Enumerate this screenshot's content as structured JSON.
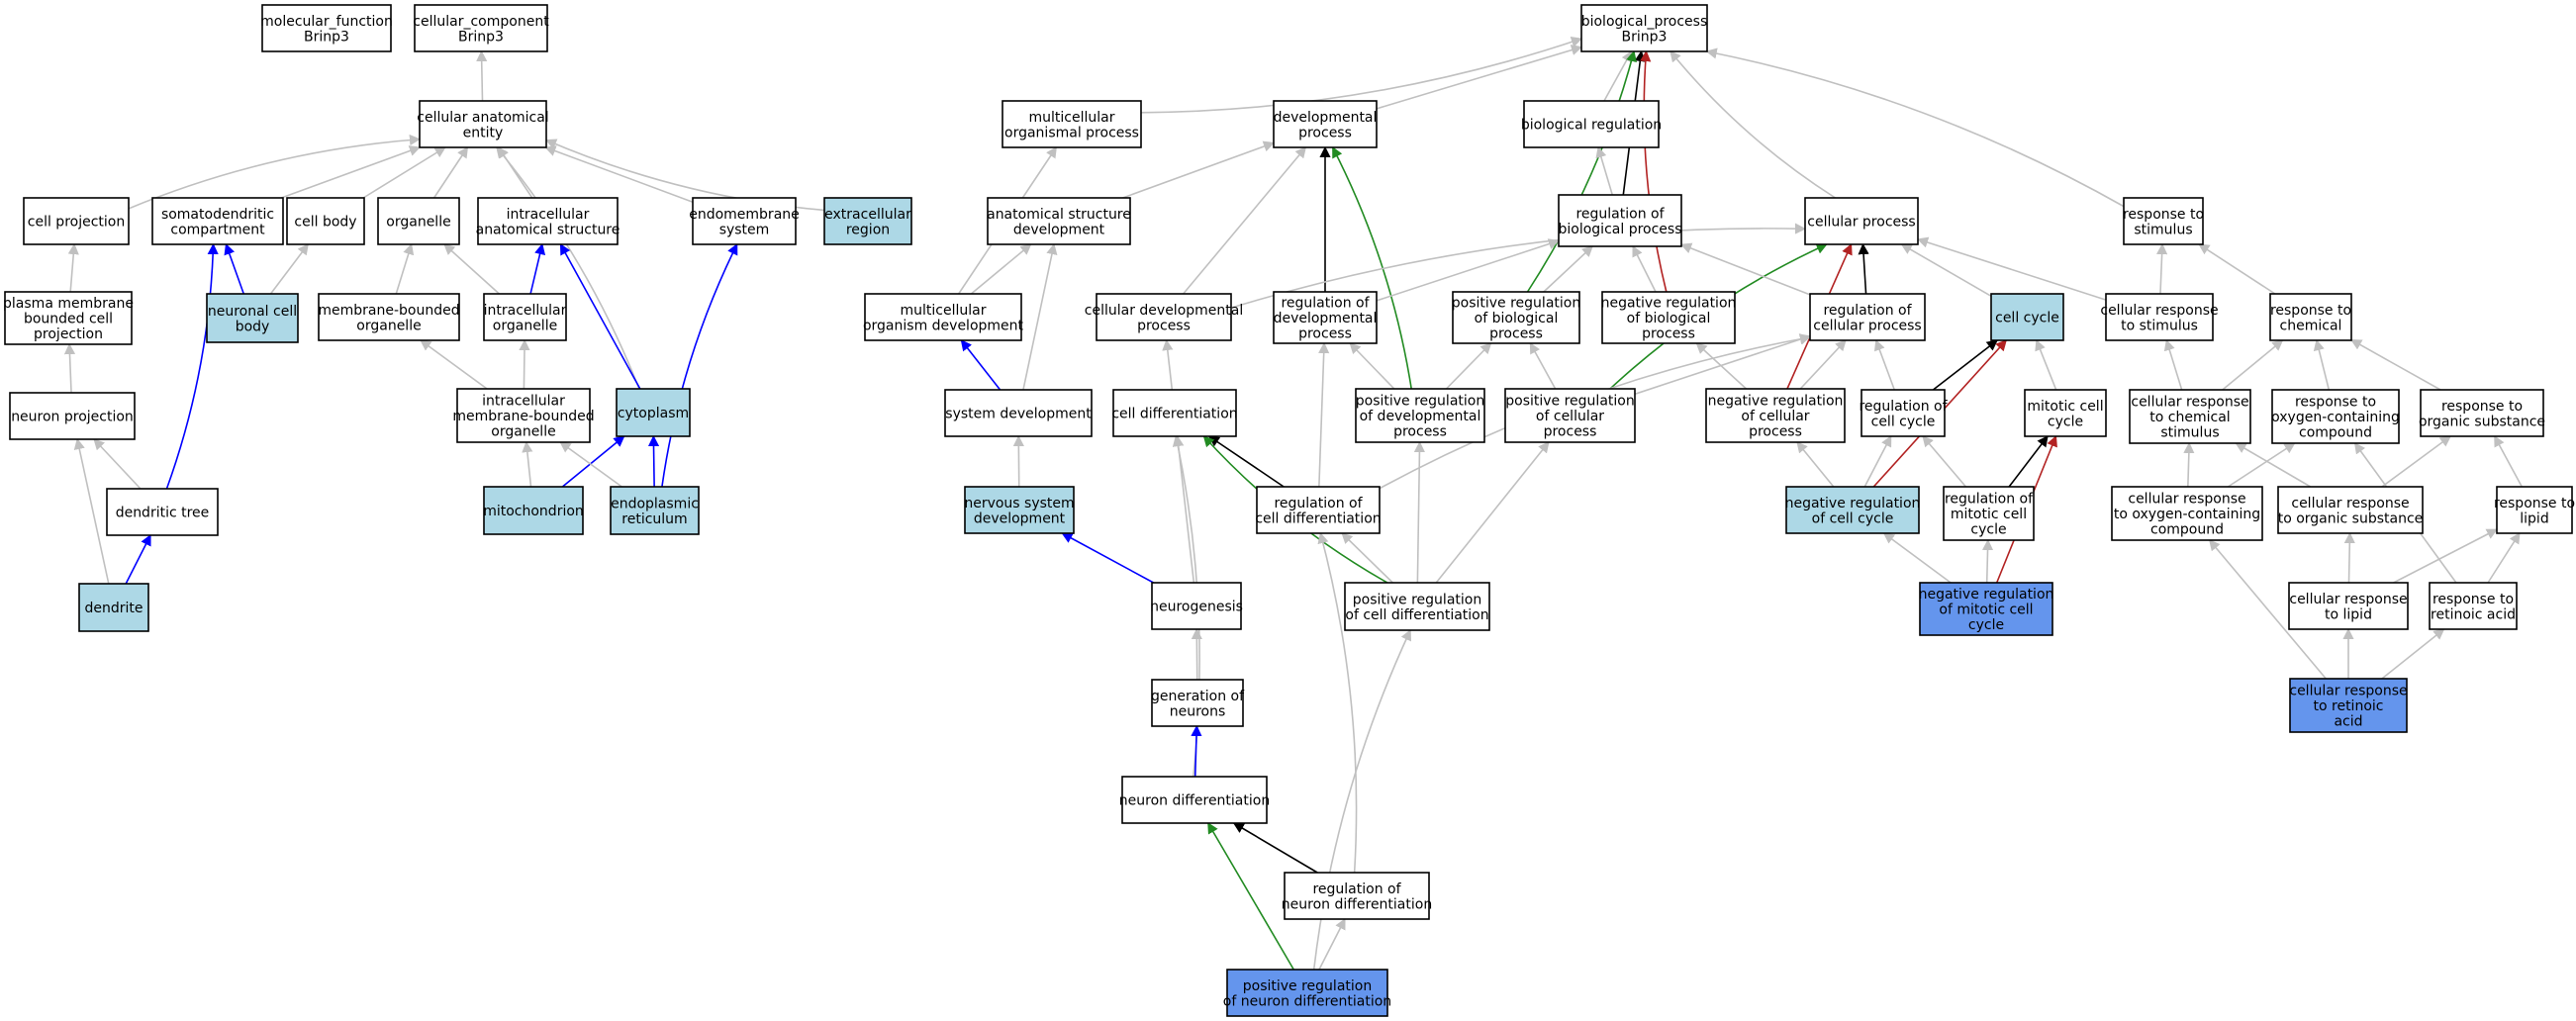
{
  "colors": {
    "default_fill": "#ffffff",
    "highlight_fill": "#add8e6",
    "target_fill": "#6495ed",
    "is_a_edge": "#c0c0c0",
    "part_of_edge": "#0000ff",
    "regulates_edge": "#000000",
    "positively_regulates_edge": "#228b22",
    "negatively_regulates_edge": "#b22222"
  },
  "nodes": [
    {
      "id": "mf",
      "lines": [
        "molecular_function",
        "Brinp3"
      ],
      "fill": "default"
    },
    {
      "id": "cc",
      "lines": [
        "cellular_component",
        "Brinp3"
      ],
      "fill": "default"
    },
    {
      "id": "cae",
      "lines": [
        "cellular anatomical",
        "entity"
      ],
      "fill": "default"
    },
    {
      "id": "cproj",
      "lines": [
        "cell projection"
      ],
      "fill": "default"
    },
    {
      "id": "somato",
      "lines": [
        "somatodendritic",
        "compartment"
      ],
      "fill": "default"
    },
    {
      "id": "cbody",
      "lines": [
        "cell body"
      ],
      "fill": "default"
    },
    {
      "id": "organelle",
      "lines": [
        "organelle"
      ],
      "fill": "default"
    },
    {
      "id": "ias",
      "lines": [
        "intracellular",
        "anatomical structure"
      ],
      "fill": "default"
    },
    {
      "id": "endomem",
      "lines": [
        "endomembrane",
        "system"
      ],
      "fill": "default"
    },
    {
      "id": "extracell",
      "lines": [
        "extracellular",
        "region"
      ],
      "fill": "highlight"
    },
    {
      "id": "pmbcp",
      "lines": [
        "plasma membrane",
        "bounded cell",
        "projection"
      ],
      "fill": "default"
    },
    {
      "id": "ncbody",
      "lines": [
        "neuronal cell",
        "body"
      ],
      "fill": "highlight"
    },
    {
      "id": "mbo",
      "lines": [
        "membrane-bounded",
        "organelle"
      ],
      "fill": "default"
    },
    {
      "id": "io",
      "lines": [
        "intracellular",
        "organelle"
      ],
      "fill": "default"
    },
    {
      "id": "nproj",
      "lines": [
        "neuron projection"
      ],
      "fill": "default"
    },
    {
      "id": "imbo",
      "lines": [
        "intracellular",
        "membrane-bounded",
        "organelle"
      ],
      "fill": "default"
    },
    {
      "id": "cyto",
      "lines": [
        "cytoplasm"
      ],
      "fill": "highlight"
    },
    {
      "id": "dtree",
      "lines": [
        "dendritic tree"
      ],
      "fill": "default"
    },
    {
      "id": "mito",
      "lines": [
        "mitochondrion"
      ],
      "fill": "highlight"
    },
    {
      "id": "er",
      "lines": [
        "endoplasmic",
        "reticulum"
      ],
      "fill": "highlight"
    },
    {
      "id": "dendrite",
      "lines": [
        "dendrite"
      ],
      "fill": "highlight"
    },
    {
      "id": "bp",
      "lines": [
        "biological_process",
        "Brinp3"
      ],
      "fill": "default"
    },
    {
      "id": "mop",
      "lines": [
        "multicellular",
        "organismal process"
      ],
      "fill": "default"
    },
    {
      "id": "devp",
      "lines": [
        "developmental",
        "process"
      ],
      "fill": "default"
    },
    {
      "id": "breg",
      "lines": [
        "biological regulation"
      ],
      "fill": "default"
    },
    {
      "id": "asd",
      "lines": [
        "anatomical structure",
        "development"
      ],
      "fill": "default"
    },
    {
      "id": "rbp",
      "lines": [
        "regulation of",
        "biological process"
      ],
      "fill": "default"
    },
    {
      "id": "cp",
      "lines": [
        "cellular process"
      ],
      "fill": "default"
    },
    {
      "id": "rstim",
      "lines": [
        "response to",
        "stimulus"
      ],
      "fill": "default"
    },
    {
      "id": "mod",
      "lines": [
        "multicellular",
        "organism development"
      ],
      "fill": "default"
    },
    {
      "id": "cdp",
      "lines": [
        "cellular developmental",
        "process"
      ],
      "fill": "default"
    },
    {
      "id": "rdp",
      "lines": [
        "regulation of",
        "developmental",
        "process"
      ],
      "fill": "default"
    },
    {
      "id": "prbp",
      "lines": [
        "positive regulation",
        "of biological",
        "process"
      ],
      "fill": "default"
    },
    {
      "id": "nrbp",
      "lines": [
        "negative regulation",
        "of biological",
        "process"
      ],
      "fill": "default"
    },
    {
      "id": "rcp",
      "lines": [
        "regulation of",
        "cellular process"
      ],
      "fill": "default"
    },
    {
      "id": "ccycle",
      "lines": [
        "cell cycle"
      ],
      "fill": "highlight"
    },
    {
      "id": "crstim",
      "lines": [
        "cellular response",
        "to stimulus"
      ],
      "fill": "default"
    },
    {
      "id": "rchem",
      "lines": [
        "response to",
        "chemical"
      ],
      "fill": "default"
    },
    {
      "id": "sysdev",
      "lines": [
        "system development"
      ],
      "fill": "default"
    },
    {
      "id": "celldiff",
      "lines": [
        "cell differentiation"
      ],
      "fill": "default"
    },
    {
      "id": "prdp",
      "lines": [
        "positive regulation",
        "of developmental",
        "process"
      ],
      "fill": "default"
    },
    {
      "id": "prcp",
      "lines": [
        "positive regulation",
        "of cellular",
        "process"
      ],
      "fill": "default"
    },
    {
      "id": "nrcp",
      "lines": [
        "negative regulation",
        "of cellular",
        "process"
      ],
      "fill": "default"
    },
    {
      "id": "rcc",
      "lines": [
        "regulation of",
        "cell cycle"
      ],
      "fill": "default"
    },
    {
      "id": "mcc",
      "lines": [
        "mitotic cell",
        "cycle"
      ],
      "fill": "default"
    },
    {
      "id": "crchem",
      "lines": [
        "cellular response",
        "to chemical",
        "stimulus"
      ],
      "fill": "default"
    },
    {
      "id": "roxy",
      "lines": [
        "response to",
        "oxygen-containing",
        "compound"
      ],
      "fill": "default"
    },
    {
      "id": "rorg",
      "lines": [
        "response to",
        "organic substance"
      ],
      "fill": "default"
    },
    {
      "id": "nsd",
      "lines": [
        "nervous system",
        "development"
      ],
      "fill": "highlight"
    },
    {
      "id": "rcd",
      "lines": [
        "regulation of",
        "cell differentiation"
      ],
      "fill": "default"
    },
    {
      "id": "nrcc",
      "lines": [
        "negative regulation",
        "of cell cycle"
      ],
      "fill": "highlight"
    },
    {
      "id": "rmcc",
      "lines": [
        "regulation of",
        "mitotic cell",
        "cycle"
      ],
      "fill": "default"
    },
    {
      "id": "croxy",
      "lines": [
        "cellular response",
        "to oxygen-containing",
        "compound"
      ],
      "fill": "default"
    },
    {
      "id": "crorg",
      "lines": [
        "cellular response",
        "to organic substance"
      ],
      "fill": "default"
    },
    {
      "id": "rlipid",
      "lines": [
        "response to",
        "lipid"
      ],
      "fill": "default"
    },
    {
      "id": "neurogen",
      "lines": [
        "neurogenesis"
      ],
      "fill": "default"
    },
    {
      "id": "prcd",
      "lines": [
        "positive regulation",
        "of cell differentiation"
      ],
      "fill": "default"
    },
    {
      "id": "nrmcc",
      "lines": [
        "negative regulation",
        "of mitotic cell",
        "cycle"
      ],
      "fill": "target"
    },
    {
      "id": "crlipid",
      "lines": [
        "cellular response",
        "to lipid"
      ],
      "fill": "default"
    },
    {
      "id": "rra",
      "lines": [
        "response to",
        "retinoic acid"
      ],
      "fill": "default"
    },
    {
      "id": "genneur",
      "lines": [
        "generation of",
        "neurons"
      ],
      "fill": "default"
    },
    {
      "id": "crra",
      "lines": [
        "cellular response",
        "to retinoic",
        "acid"
      ],
      "fill": "target"
    },
    {
      "id": "ndiff",
      "lines": [
        "neuron differentiation"
      ],
      "fill": "default"
    },
    {
      "id": "rnd",
      "lines": [
        "regulation of",
        "neuron differentiation"
      ],
      "fill": "default"
    },
    {
      "id": "prnd",
      "lines": [
        "positive regulation",
        "of neuron differentiation"
      ],
      "fill": "target"
    }
  ],
  "edges": [
    {
      "from": "cae",
      "to": "cc",
      "type": "is_a"
    },
    {
      "from": "cproj",
      "to": "cae",
      "type": "is_a"
    },
    {
      "from": "somato",
      "to": "cae",
      "type": "is_a"
    },
    {
      "from": "cbody",
      "to": "cae",
      "type": "is_a"
    },
    {
      "from": "organelle",
      "to": "cae",
      "type": "is_a"
    },
    {
      "from": "ias",
      "to": "cae",
      "type": "is_a"
    },
    {
      "from": "endomem",
      "to": "cae",
      "type": "is_a"
    },
    {
      "from": "extracell",
      "to": "cae",
      "type": "is_a"
    },
    {
      "from": "cyto",
      "to": "cae",
      "type": "is_a"
    },
    {
      "from": "pmbcp",
      "to": "cproj",
      "type": "is_a"
    },
    {
      "from": "nproj",
      "to": "pmbcp",
      "type": "is_a"
    },
    {
      "from": "dtree",
      "to": "nproj",
      "type": "is_a"
    },
    {
      "from": "dendrite",
      "to": "nproj",
      "type": "is_a"
    },
    {
      "from": "dendrite",
      "to": "dtree",
      "type": "part_of"
    },
    {
      "from": "dtree",
      "to": "somato",
      "type": "part_of"
    },
    {
      "from": "ncbody",
      "to": "somato",
      "type": "part_of"
    },
    {
      "from": "ncbody",
      "to": "cbody",
      "type": "is_a"
    },
    {
      "from": "mbo",
      "to": "organelle",
      "type": "is_a"
    },
    {
      "from": "io",
      "to": "organelle",
      "type": "is_a"
    },
    {
      "from": "io",
      "to": "ias",
      "type": "part_of"
    },
    {
      "from": "imbo",
      "to": "mbo",
      "type": "is_a"
    },
    {
      "from": "imbo",
      "to": "io",
      "type": "is_a"
    },
    {
      "from": "cyto",
      "to": "ias",
      "type": "part_of"
    },
    {
      "from": "mito",
      "to": "imbo",
      "type": "is_a"
    },
    {
      "from": "mito",
      "to": "cyto",
      "type": "part_of"
    },
    {
      "from": "er",
      "to": "imbo",
      "type": "is_a"
    },
    {
      "from": "er",
      "to": "cyto",
      "type": "part_of"
    },
    {
      "from": "er",
      "to": "endomem",
      "type": "part_of"
    },
    {
      "from": "mop",
      "to": "bp",
      "type": "is_a"
    },
    {
      "from": "devp",
      "to": "bp",
      "type": "is_a"
    },
    {
      "from": "breg",
      "to": "bp",
      "type": "is_a"
    },
    {
      "from": "cp",
      "to": "bp",
      "type": "is_a"
    },
    {
      "from": "rstim",
      "to": "bp",
      "type": "is_a"
    },
    {
      "from": "rbp",
      "to": "bp",
      "type": "regulates"
    },
    {
      "from": "prbp",
      "to": "bp",
      "type": "positively_regulates"
    },
    {
      "from": "nrbp",
      "to": "bp",
      "type": "negatively_regulates"
    },
    {
      "from": "rbp",
      "to": "breg",
      "type": "is_a"
    },
    {
      "from": "asd",
      "to": "devp",
      "type": "is_a"
    },
    {
      "from": "cdp",
      "to": "devp",
      "type": "is_a"
    },
    {
      "from": "rdp",
      "to": "devp",
      "type": "regulates"
    },
    {
      "from": "prdp",
      "to": "devp",
      "type": "positively_regulates"
    },
    {
      "from": "mod",
      "to": "mop",
      "type": "is_a"
    },
    {
      "from": "mod",
      "to": "asd",
      "type": "is_a"
    },
    {
      "from": "sysdev",
      "to": "asd",
      "type": "is_a"
    },
    {
      "from": "sysdev",
      "to": "mod",
      "type": "part_of"
    },
    {
      "from": "nsd",
      "to": "sysdev",
      "type": "is_a"
    },
    {
      "from": "neurogen",
      "to": "nsd",
      "type": "part_of"
    },
    {
      "from": "cdp",
      "to": "cp",
      "type": "is_a"
    },
    {
      "from": "rcp",
      "to": "cp",
      "type": "regulates"
    },
    {
      "from": "prcp",
      "to": "cp",
      "type": "positively_regulates"
    },
    {
      "from": "nrcp",
      "to": "cp",
      "type": "negatively_regulates"
    },
    {
      "from": "ccycle",
      "to": "cp",
      "type": "is_a"
    },
    {
      "from": "crstim",
      "to": "cp",
      "type": "is_a"
    },
    {
      "from": "rdp",
      "to": "rbp",
      "type": "is_a"
    },
    {
      "from": "prbp",
      "to": "rbp",
      "type": "is_a"
    },
    {
      "from": "nrbp",
      "to": "rbp",
      "type": "is_a"
    },
    {
      "from": "rcp",
      "to": "rbp",
      "type": "is_a"
    },
    {
      "from": "crstim",
      "to": "rstim",
      "type": "is_a"
    },
    {
      "from": "rchem",
      "to": "rstim",
      "type": "is_a"
    },
    {
      "from": "celldiff",
      "to": "cdp",
      "type": "is_a"
    },
    {
      "from": "prdp",
      "to": "rdp",
      "type": "is_a"
    },
    {
      "from": "prdp",
      "to": "prbp",
      "type": "is_a"
    },
    {
      "from": "prcp",
      "to": "prbp",
      "type": "is_a"
    },
    {
      "from": "nrcp",
      "to": "nrbp",
      "type": "is_a"
    },
    {
      "from": "prcp",
      "to": "rcp",
      "type": "is_a"
    },
    {
      "from": "nrcp",
      "to": "rcp",
      "type": "is_a"
    },
    {
      "from": "rcc",
      "to": "rcp",
      "type": "is_a"
    },
    {
      "from": "mcc",
      "to": "ccycle",
      "type": "is_a"
    },
    {
      "from": "rcc",
      "to": "ccycle",
      "type": "regulates"
    },
    {
      "from": "nrcc",
      "to": "ccycle",
      "type": "negatively_regulates"
    },
    {
      "from": "crchem",
      "to": "crstim",
      "type": "is_a"
    },
    {
      "from": "crchem",
      "to": "rchem",
      "type": "is_a"
    },
    {
      "from": "roxy",
      "to": "rchem",
      "type": "is_a"
    },
    {
      "from": "rorg",
      "to": "rchem",
      "type": "is_a"
    },
    {
      "from": "rcd",
      "to": "celldiff",
      "type": "regulates"
    },
    {
      "from": "rcd",
      "to": "rcp",
      "type": "is_a"
    },
    {
      "from": "rcd",
      "to": "rdp",
      "type": "is_a"
    },
    {
      "from": "prcd",
      "to": "celldiff",
      "type": "positively_regulates"
    },
    {
      "from": "prcd",
      "to": "rcd",
      "type": "is_a"
    },
    {
      "from": "prcd",
      "to": "prcp",
      "type": "is_a"
    },
    {
      "from": "prcd",
      "to": "prdp",
      "type": "is_a"
    },
    {
      "from": "neurogen",
      "to": "celldiff",
      "type": "is_a"
    },
    {
      "from": "ndiff",
      "to": "celldiff",
      "type": "is_a"
    },
    {
      "from": "genneur",
      "to": "neurogen",
      "type": "is_a"
    },
    {
      "from": "ndiff",
      "to": "genneur",
      "type": "part_of"
    },
    {
      "from": "rnd",
      "to": "ndiff",
      "type": "regulates"
    },
    {
      "from": "rnd",
      "to": "rcd",
      "type": "is_a"
    },
    {
      "from": "prnd",
      "to": "ndiff",
      "type": "positively_regulates"
    },
    {
      "from": "prnd",
      "to": "rnd",
      "type": "is_a"
    },
    {
      "from": "prnd",
      "to": "prcd",
      "type": "is_a"
    },
    {
      "from": "nrcc",
      "to": "rcc",
      "type": "is_a"
    },
    {
      "from": "nrcc",
      "to": "nrcp",
      "type": "is_a"
    },
    {
      "from": "rmcc",
      "to": "rcc",
      "type": "is_a"
    },
    {
      "from": "rmcc",
      "to": "mcc",
      "type": "regulates"
    },
    {
      "from": "nrmcc",
      "to": "nrcc",
      "type": "is_a"
    },
    {
      "from": "nrmcc",
      "to": "rmcc",
      "type": "is_a"
    },
    {
      "from": "nrmcc",
      "to": "mcc",
      "type": "negatively_regulates"
    },
    {
      "from": "croxy",
      "to": "crchem",
      "type": "is_a"
    },
    {
      "from": "croxy",
      "to": "roxy",
      "type": "is_a"
    },
    {
      "from": "crorg",
      "to": "crchem",
      "type": "is_a"
    },
    {
      "from": "crorg",
      "to": "rorg",
      "type": "is_a"
    },
    {
      "from": "rlipid",
      "to": "rorg",
      "type": "is_a"
    },
    {
      "from": "crlipid",
      "to": "rlipid",
      "type": "is_a"
    },
    {
      "from": "crlipid",
      "to": "crorg",
      "type": "is_a"
    },
    {
      "from": "rra",
      "to": "roxy",
      "type": "is_a"
    },
    {
      "from": "rra",
      "to": "rlipid",
      "type": "is_a"
    },
    {
      "from": "crra",
      "to": "crlipid",
      "type": "is_a"
    },
    {
      "from": "crra",
      "to": "rra",
      "type": "is_a"
    },
    {
      "from": "crra",
      "to": "croxy",
      "type": "is_a"
    }
  ]
}
